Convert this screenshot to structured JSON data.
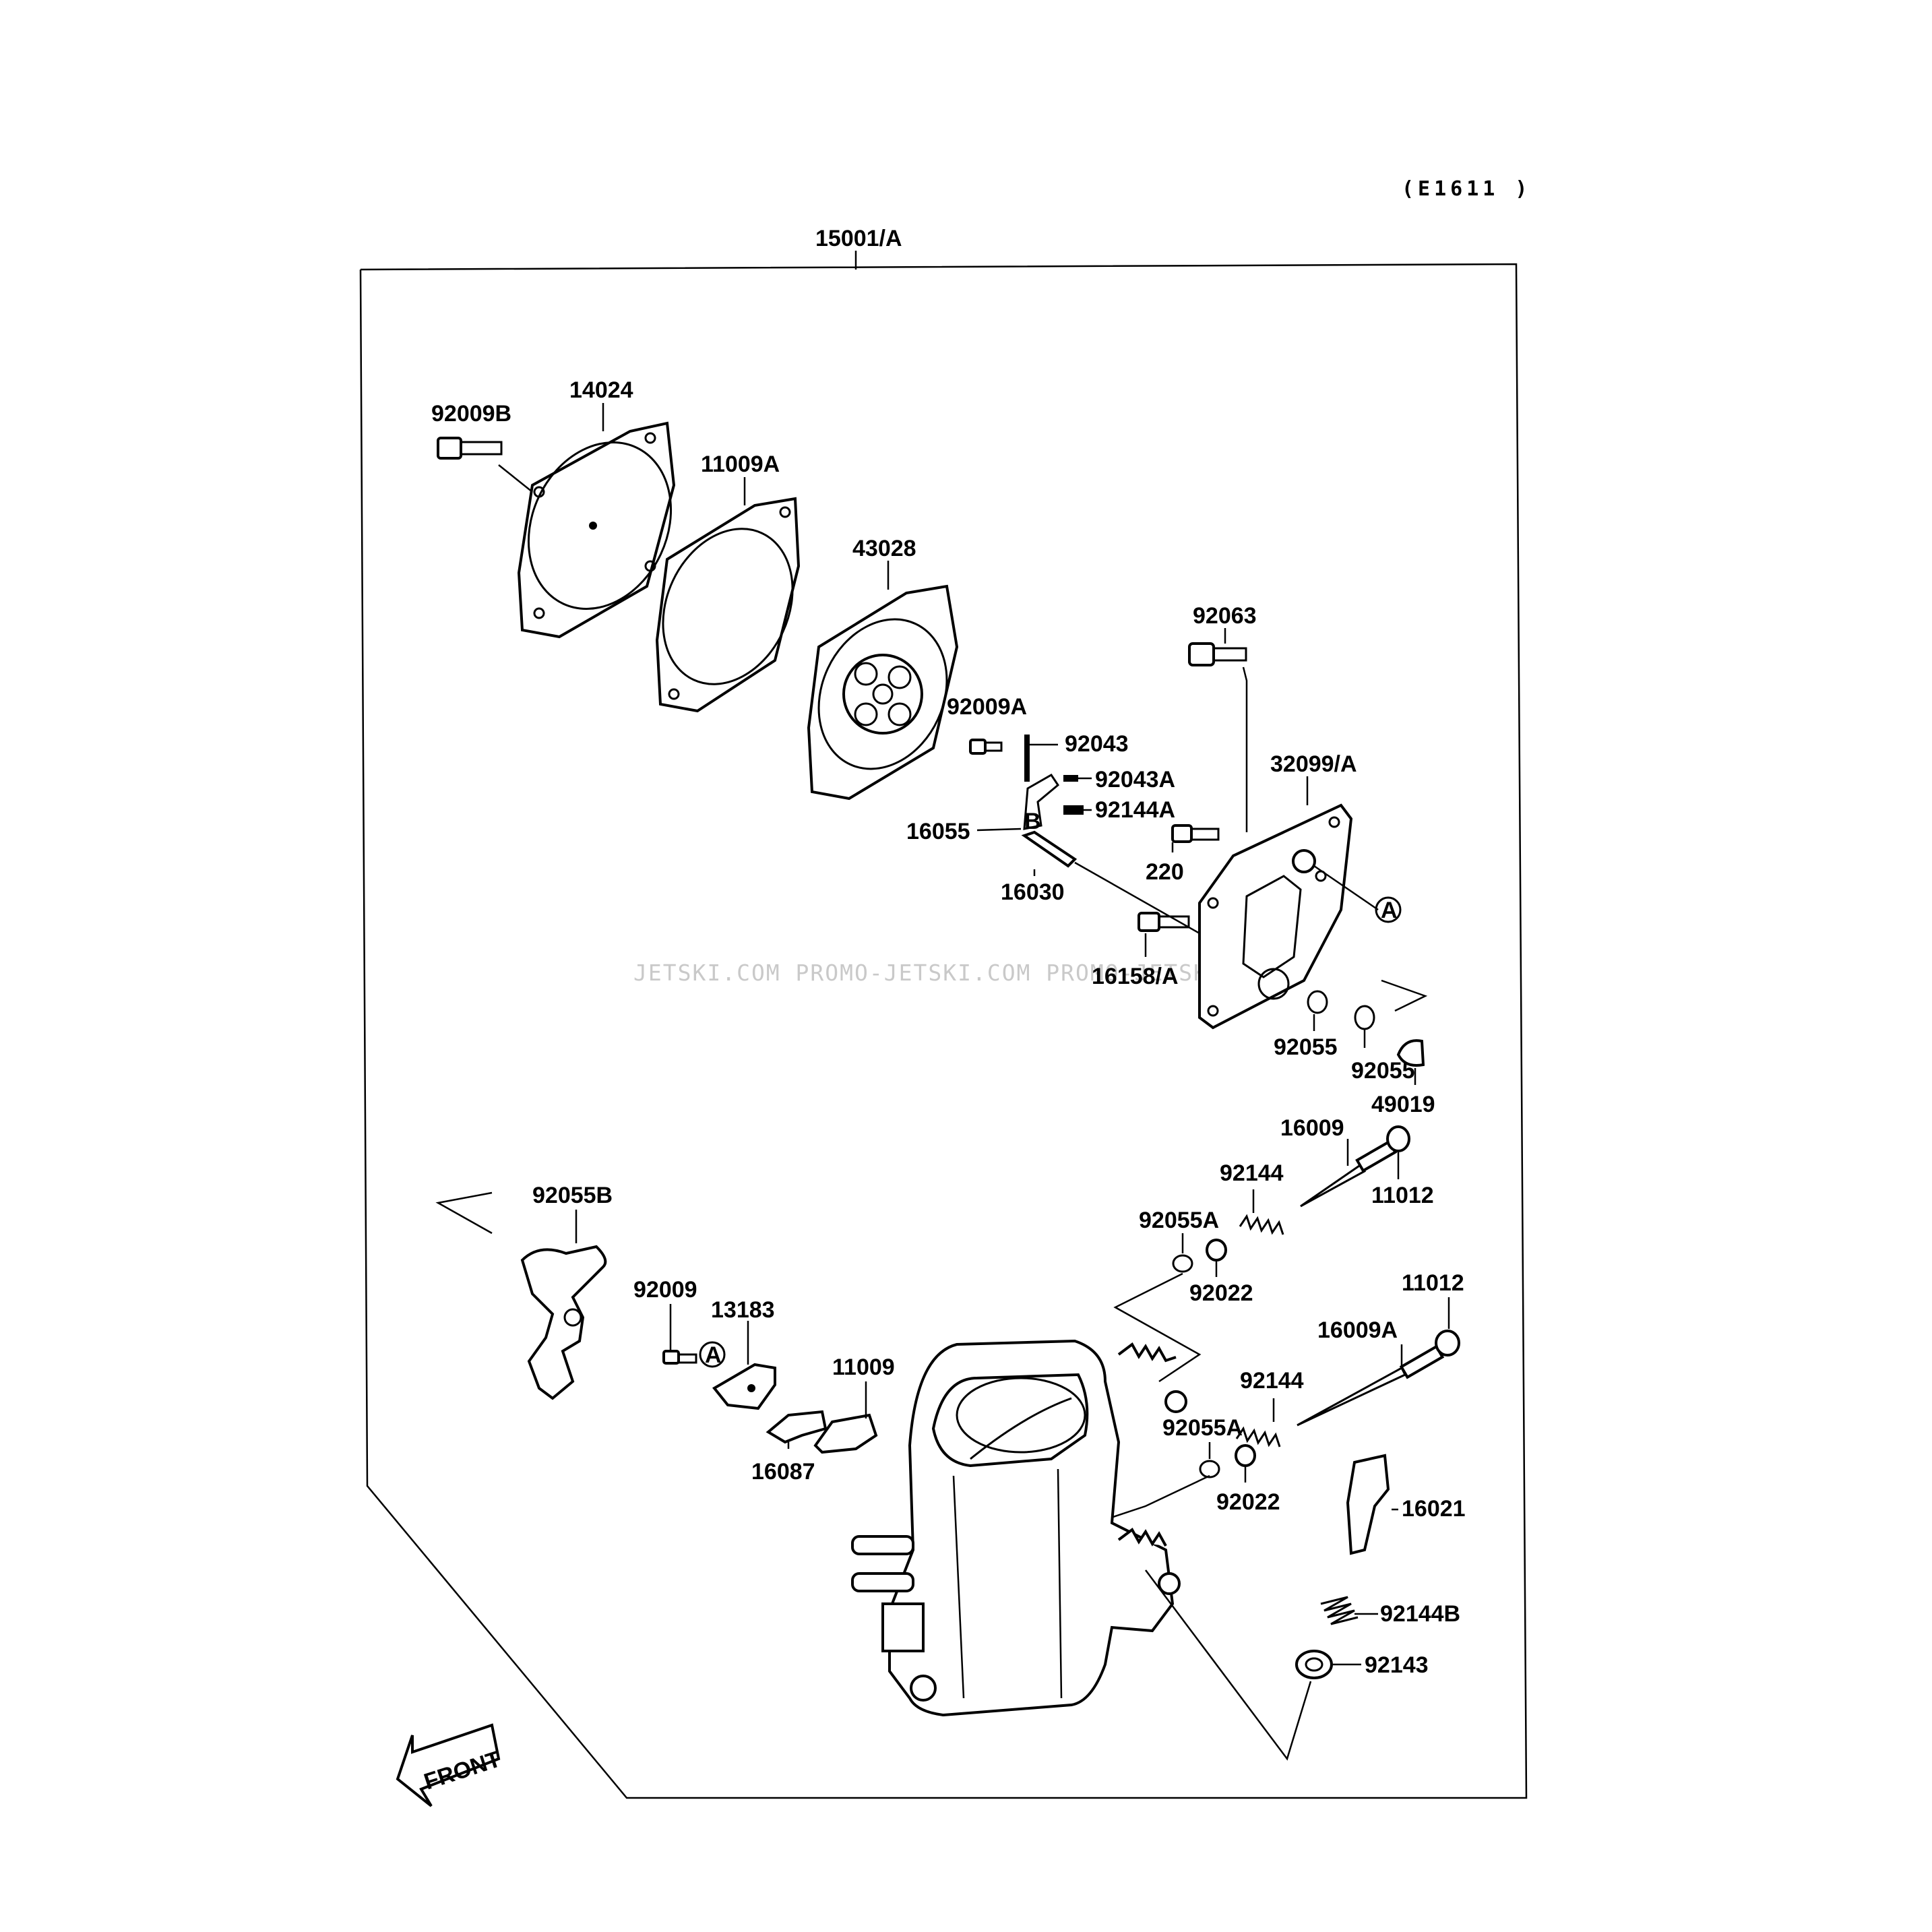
{
  "diagram_code": "(E1611 )",
  "assembly_label": "15001/A",
  "watermark": "JETSKI.COM PROMO-JETSKI.COM PROMO-JETSKI.COM",
  "front_label": "FRONT",
  "circle_marker": "A",
  "b_marker": "B",
  "parts": {
    "p92009B": "92009B",
    "p14024": "14024",
    "p11009A": "11009A",
    "p43028": "43028",
    "p92063": "92063",
    "p92009A": "92009A",
    "p92043": "92043",
    "p92043A": "92043A",
    "p92144A": "92144A",
    "p32099A": "32099/A",
    "p16055": "16055",
    "p220": "220",
    "p16030": "16030",
    "p16158A": "16158/A",
    "p92055_1": "92055",
    "p92055_2": "92055",
    "p49019": "49019",
    "p16009": "16009",
    "p92144_1": "92144",
    "p11012_1": "11012",
    "p92055B": "92055B",
    "p92055A_1": "92055A",
    "p92022_1": "92022",
    "p92009": "92009",
    "p13183": "13183",
    "p11012_2": "11012",
    "p16009A": "16009A",
    "p11009": "11009",
    "p92144_2": "92144",
    "p92055A_2": "92055A",
    "p16087": "16087",
    "p92022_2": "92022",
    "p16021": "16021",
    "p92144B": "92144B",
    "p92143": "92143"
  }
}
